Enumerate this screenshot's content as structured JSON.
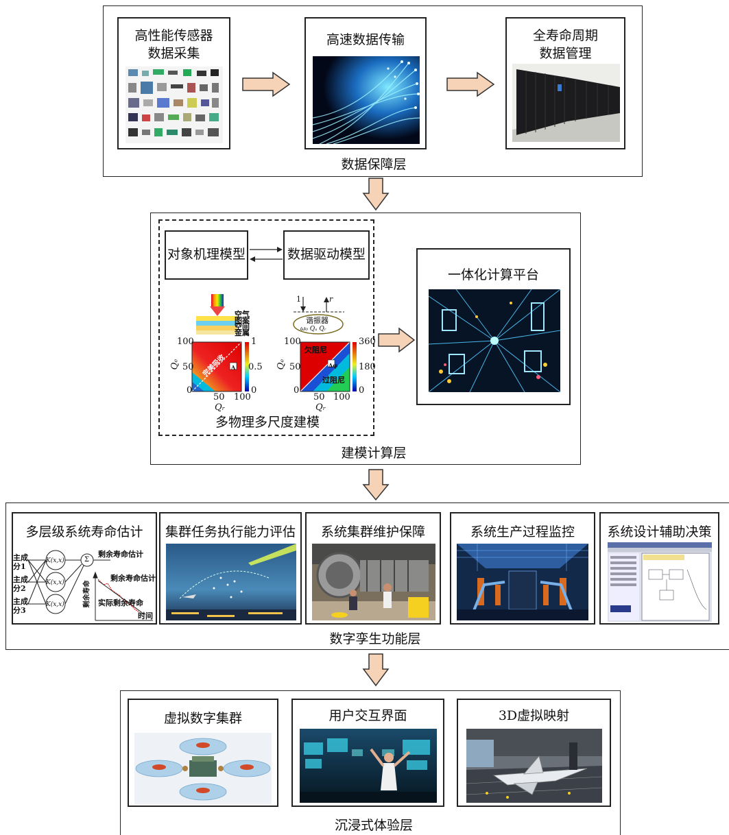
{
  "data_layer": {
    "title": "数据保障层",
    "sensor": {
      "line1": "高性能传感器",
      "line2": "数据采集"
    },
    "transfer": {
      "title": "高速数据传输"
    },
    "manage": {
      "line1": "全寿命周期",
      "line2": "数据管理"
    }
  },
  "model_layer": {
    "title": "建模计算层",
    "mechanism": "对象机理模型",
    "datadriven": "数据驱动模型",
    "multiphysics": "多物理多尺度建模",
    "platform": "一体化计算平台",
    "left_chart": {
      "legend": [
        "空气",
        "图案",
        "空间",
        "金属"
      ],
      "y_ticks": [
        "100",
        "50",
        "0"
      ],
      "x_ticks": [
        "50",
        "100"
      ],
      "cb_ticks": [
        "1",
        "0.5",
        "0"
      ],
      "ylabel": "Qₑ",
      "xlabel": "Qᵣ",
      "region": "完美吸收",
      "tag": "A"
    },
    "right_chart": {
      "top_labels": [
        "1",
        "r"
      ],
      "resonator": "谐振器",
      "resonator_sub": "ω₀ Qₐ Qᵣ",
      "y_ticks": [
        "100",
        "50",
        "0"
      ],
      "x_ticks": [
        "50",
        "100"
      ],
      "cb_ticks": [
        "360",
        "180",
        "0"
      ],
      "ylabel": "Qₑ",
      "xlabel": "Qᵣ",
      "under": "欠阻尼",
      "over": "过阻尼",
      "tag": "Δφ"
    }
  },
  "twin_layer": {
    "title": "数字孪生功能层",
    "panels": [
      "多层级系统寿命估计",
      "集群任务执行能力评估",
      "系统集群维护保障",
      "系统生产过程监控",
      "系统设计辅助决策"
    ],
    "life": {
      "inputs": [
        "主成分1",
        "主成分2",
        "主成分3"
      ],
      "node": "K(x,x)",
      "sum": "Σ",
      "rul_est": "剩余寿命估计",
      "rul_est2": "剩余寿命估计",
      "actual": "实际剩余寿命",
      "ylabel": "剩余寿命",
      "xlabel": "时间"
    }
  },
  "immersive_layer": {
    "title": "沉浸式体验层",
    "panels": [
      "虚拟数字集群",
      "用户交互界面",
      "3D虚拟映射"
    ]
  },
  "colors": {
    "arrow_fill": "#f6d2b6",
    "arrow_stroke": "#333333",
    "border": "#222222"
  }
}
